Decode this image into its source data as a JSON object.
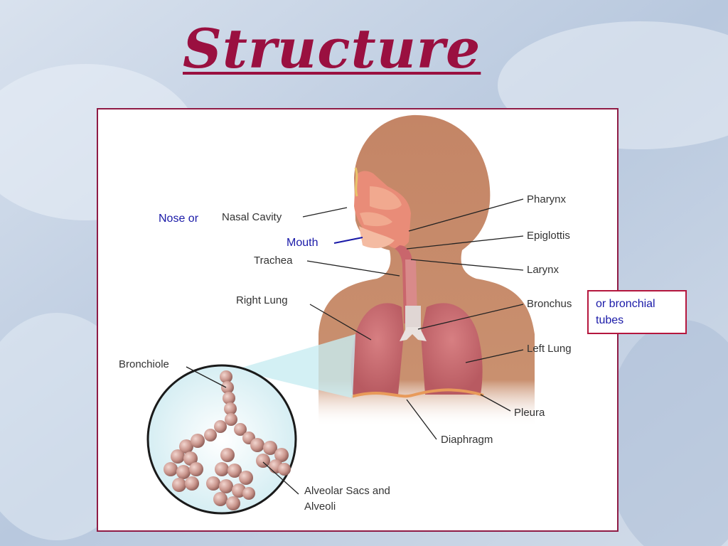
{
  "slide": {
    "title": "Structure",
    "colors": {
      "title": "#9a1040",
      "frame_border": "#8f1b45",
      "annotation_text": "#1a1aa8",
      "label_text": "#333333",
      "skin": "#c88a6a",
      "lung": "#c9696f"
    },
    "annotations": {
      "nose_or": "Nose  or",
      "mouth": "Mouth",
      "bronchial_tubes": "or bronchial tubes"
    },
    "labels": {
      "nasal_cavity": "Nasal Cavity",
      "pharynx": "Pharynx",
      "epiglottis": "Epiglottis",
      "trachea": "Trachea",
      "larynx": "Larynx",
      "right_lung": "Right Lung",
      "bronchus": "Bronchus",
      "left_lung": "Left Lung",
      "bronchiole": "Bronchiole",
      "pleura": "Pleura",
      "diaphragm": "Diaphragm",
      "alveolar_sacs": "Alveolar Sacs and Alveoli"
    }
  }
}
